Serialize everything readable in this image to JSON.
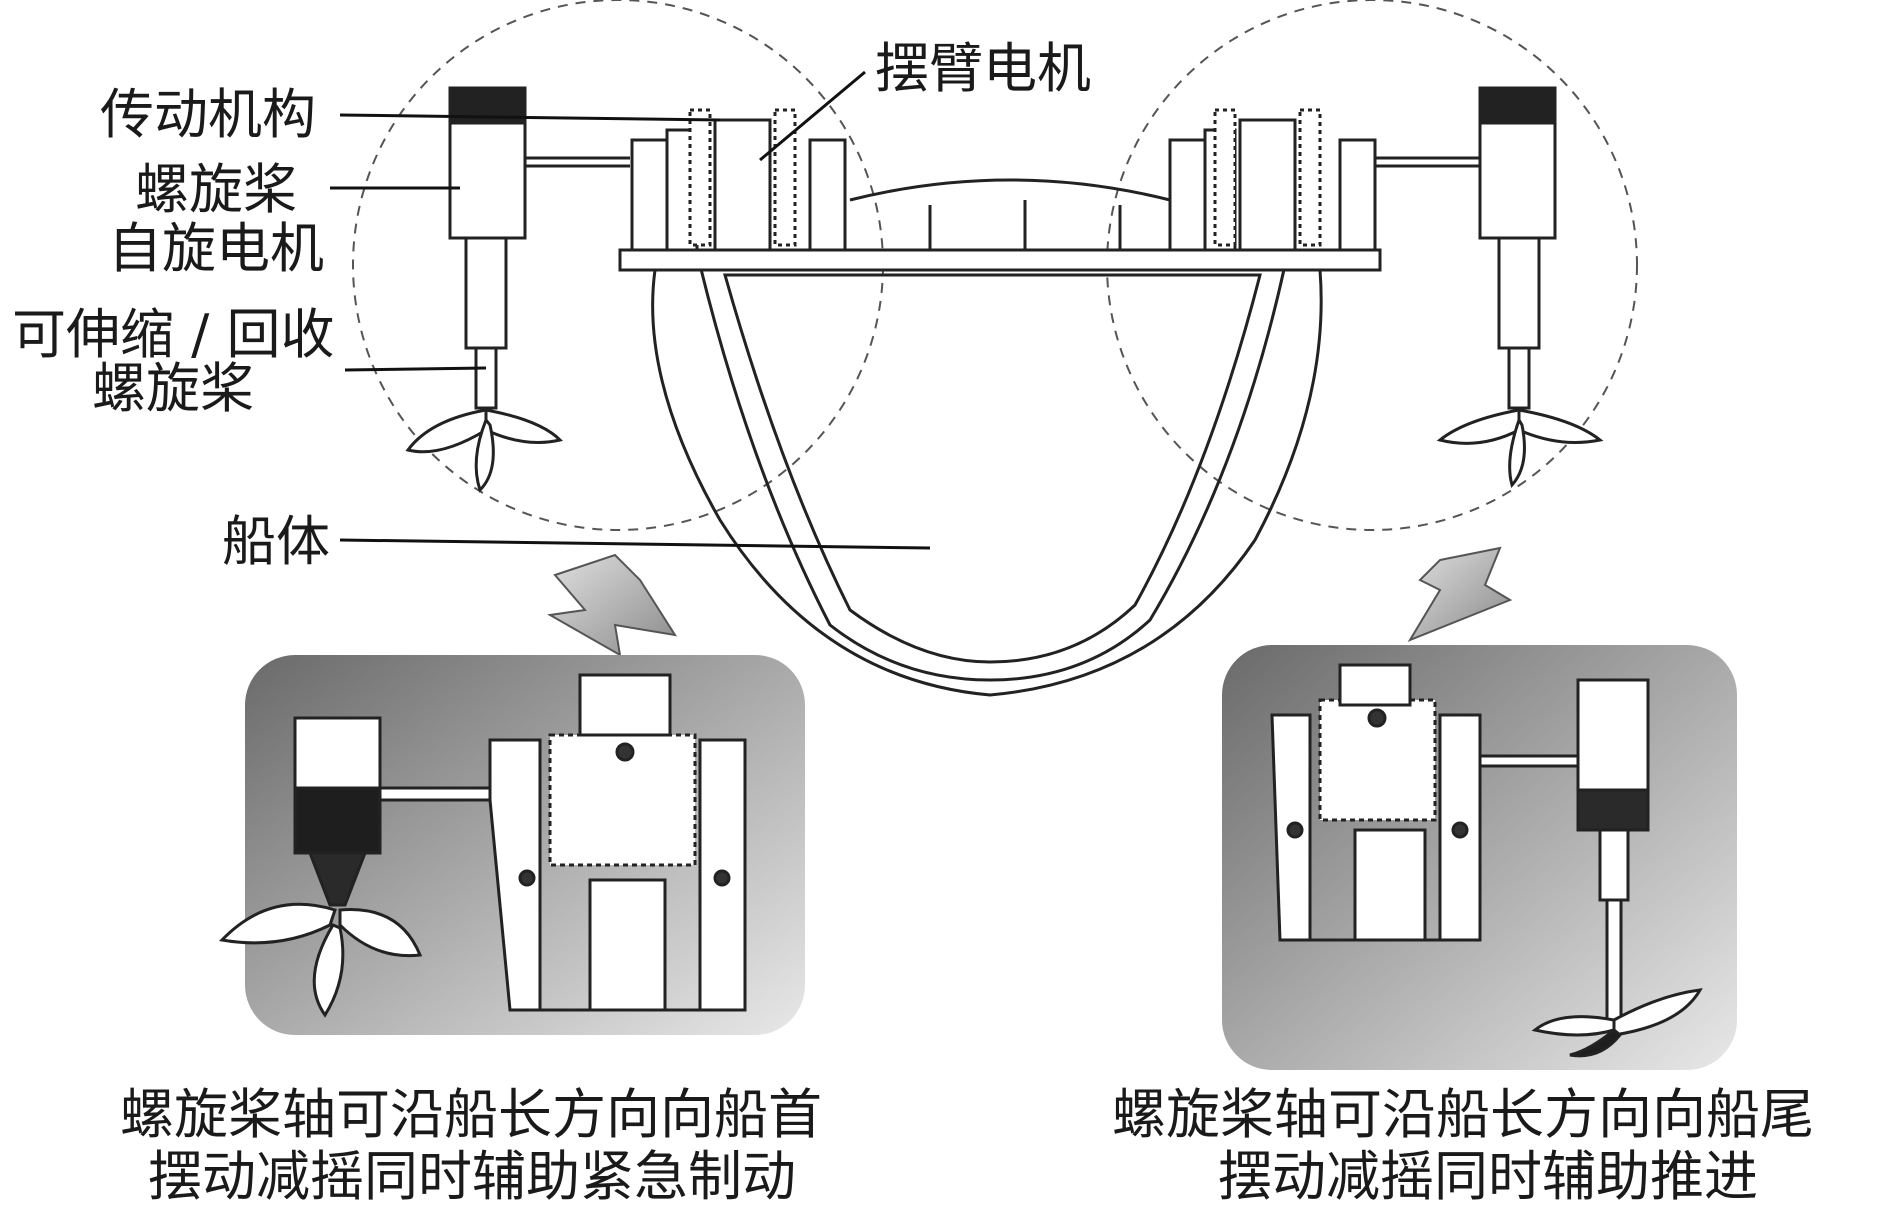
{
  "labels": {
    "transmission": "传动机构",
    "swing_motor": "摆臂电机",
    "prop_motor_line1": "螺旋桨",
    "prop_motor_line2": "自旋电机",
    "retract_prop_line1": "可伸缩 / 回收",
    "retract_prop_line2": "螺旋桨",
    "hull": "船体"
  },
  "captions": {
    "left_line1": "螺旋桨轴可沿船长方向向船首",
    "left_line2": "摆动减摇同时辅助紧急制动",
    "right_line1": "螺旋桨轴可沿船长方向向船尾",
    "right_line2": "摆动减摇同时辅助推进"
  }
}
